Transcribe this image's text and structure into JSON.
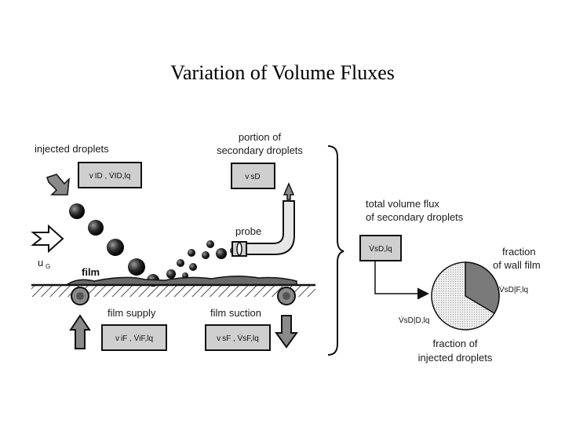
{
  "slide": {
    "title": "Variation of Volume Fluxes"
  },
  "labels": {
    "injected_droplets": "injected droplets",
    "portion_of": "portion of",
    "secondary_droplets": "secondary droplets",
    "probe": "probe",
    "u_c": "u",
    "u_c_sub": "G",
    "film": "film",
    "film_supply": "film supply",
    "film_suction": "film suction",
    "total_volume_flux": "total volume flux",
    "of_secondary_droplets": "of secondary droplets",
    "fraction_line1": "fraction",
    "of_wall_film": "of wall film",
    "fraction_of": "fraction of",
    "injected_droplets_bottom": "injected droplets"
  },
  "boxes": {
    "injected": "v ID , V̇ID,lq",
    "secondary": "v sD",
    "supply": "v iF , V̇iF,lq",
    "suction": "v sF , V̇sF,lq",
    "total": "V̇sD,lq"
  },
  "pie_labels": {
    "wall_film": "V̇sD|F,lq",
    "injected": "V̇sD|D,lq"
  },
  "colors": {
    "box_fill": "#cfcfcf",
    "arrow_fill": "#8a8a8a",
    "pie_dark": "#7a7a7a",
    "pie_light": "#e8e8e8"
  }
}
